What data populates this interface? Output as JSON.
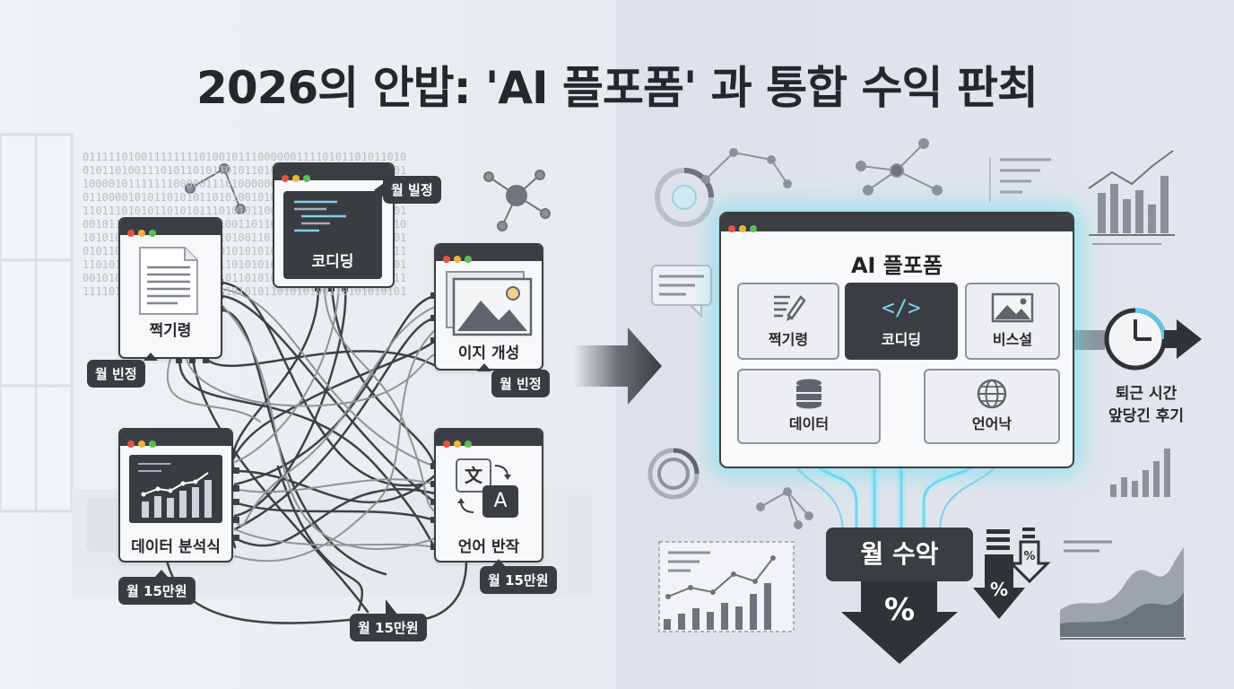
{
  "title": "2026의 안밥: 'AI 플포폼' 과 통합 수익 판최",
  "background_binary": [
    "01111101001111111101001011100000011110101101011010",
    "01011010011101011010110101101010101000101011110101",
    "10000101111111000001110100000010110101011010110010",
    "01100001010110101011010100101010101001011011011110",
    "11011101010110101011101010110011001010110101010101",
    "00101101011101010101010011011001100001011101011010",
    "10101010110101010101010100110101011010101010110101",
    "01011010101101010101101010101010101010110101011011",
    "11010101101010101101011010101011010101010010101101",
    "00101010101011010101010110101010101011010101011011",
    "11110101001011010110101010101101010100110101010101"
  ],
  "left": {
    "windows": [
      {
        "id": "writing",
        "label": "쩍기령",
        "icon": "document-icon"
      },
      {
        "id": "coding",
        "label": "코디딩",
        "icon": "code-icon"
      },
      {
        "id": "image",
        "label": "이지 개성",
        "icon": "image-icon"
      },
      {
        "id": "data",
        "label": "데이터 분석식",
        "icon": "bar-chart-icon"
      },
      {
        "id": "language",
        "label": "언어 반작",
        "icon": "translate-icon"
      }
    ],
    "tags": {
      "writing": "월 빈정",
      "coding": "월 빌정",
      "image": "월 빈정",
      "data": "월 15만원",
      "language": "월 15만원",
      "bottom": "월 15만원"
    },
    "translate_glyph_a": "文",
    "translate_glyph_b": "A"
  },
  "platform": {
    "title": "AI 플포폼",
    "modules": [
      {
        "label": "쩍기령",
        "icon": "pencil-document-icon"
      },
      {
        "label": "코디딩",
        "icon": "code-icon",
        "glyph": "</>",
        "active": true
      },
      {
        "label": "비스설",
        "icon": "image-icon"
      },
      {
        "label": "데이터",
        "icon": "database-icon"
      },
      {
        "label": "언어낙",
        "icon": "globe-icon"
      }
    ]
  },
  "revenue": {
    "label": "월 수악",
    "symbol": "%"
  },
  "small_arrows": {
    "symbol_large": "%",
    "symbol_small": "%"
  },
  "side_text": {
    "line1": "퇴근 시간",
    "line2": "앞당긴 후기"
  },
  "colors": {
    "dark": "#3a3d42",
    "glow": "#5fd6ee",
    "pipe": "#7fd0ea"
  }
}
